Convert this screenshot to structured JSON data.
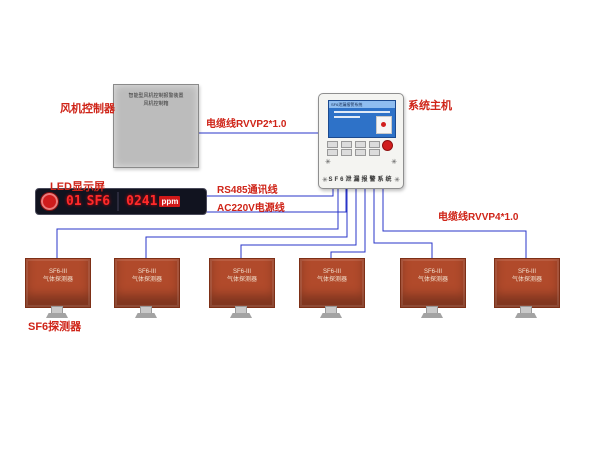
{
  "labels": {
    "fan_controller": "风机控制器",
    "system_host": "系统主机",
    "cable_rvvp2": "电缆线RVVP2*1.0",
    "led_display": "LED显示屏",
    "rs485_line": "RS485通讯线",
    "ac220v_line": "AC220V电源线",
    "cable_rvvp4": "电缆线RVVP4*1.0",
    "sf6_detector": "SF6探测器"
  },
  "fan_controller": {
    "text_line1": "智能型风机控制报警装置",
    "text_line2": "风机控制箱"
  },
  "system_host": {
    "screen_header": "SF6泄漏报警系统",
    "panel_label": "SF6泄漏报警系统",
    "vent_glyph": "✳"
  },
  "led_display": {
    "channel": "01",
    "gas": "SF6",
    "value": "0241",
    "unit": "ppm"
  },
  "detectors": [
    {
      "model": "SF6-III",
      "name": "气体探测器"
    },
    {
      "model": "SF6-III",
      "name": "气体探测器"
    },
    {
      "model": "SF6-III",
      "name": "气体探测器"
    },
    {
      "model": "SF6-III",
      "name": "气体探测器"
    },
    {
      "model": "SF6-III",
      "name": "气体探测器"
    },
    {
      "model": "SF6-III",
      "name": "气体探测器"
    }
  ],
  "colors": {
    "label_red": "#cf2418",
    "wire_blue": "#2a35c8",
    "detector_orange": "#b14a2b",
    "screen_blue": "#2e72c8",
    "led_red": "#ff2a2a"
  }
}
